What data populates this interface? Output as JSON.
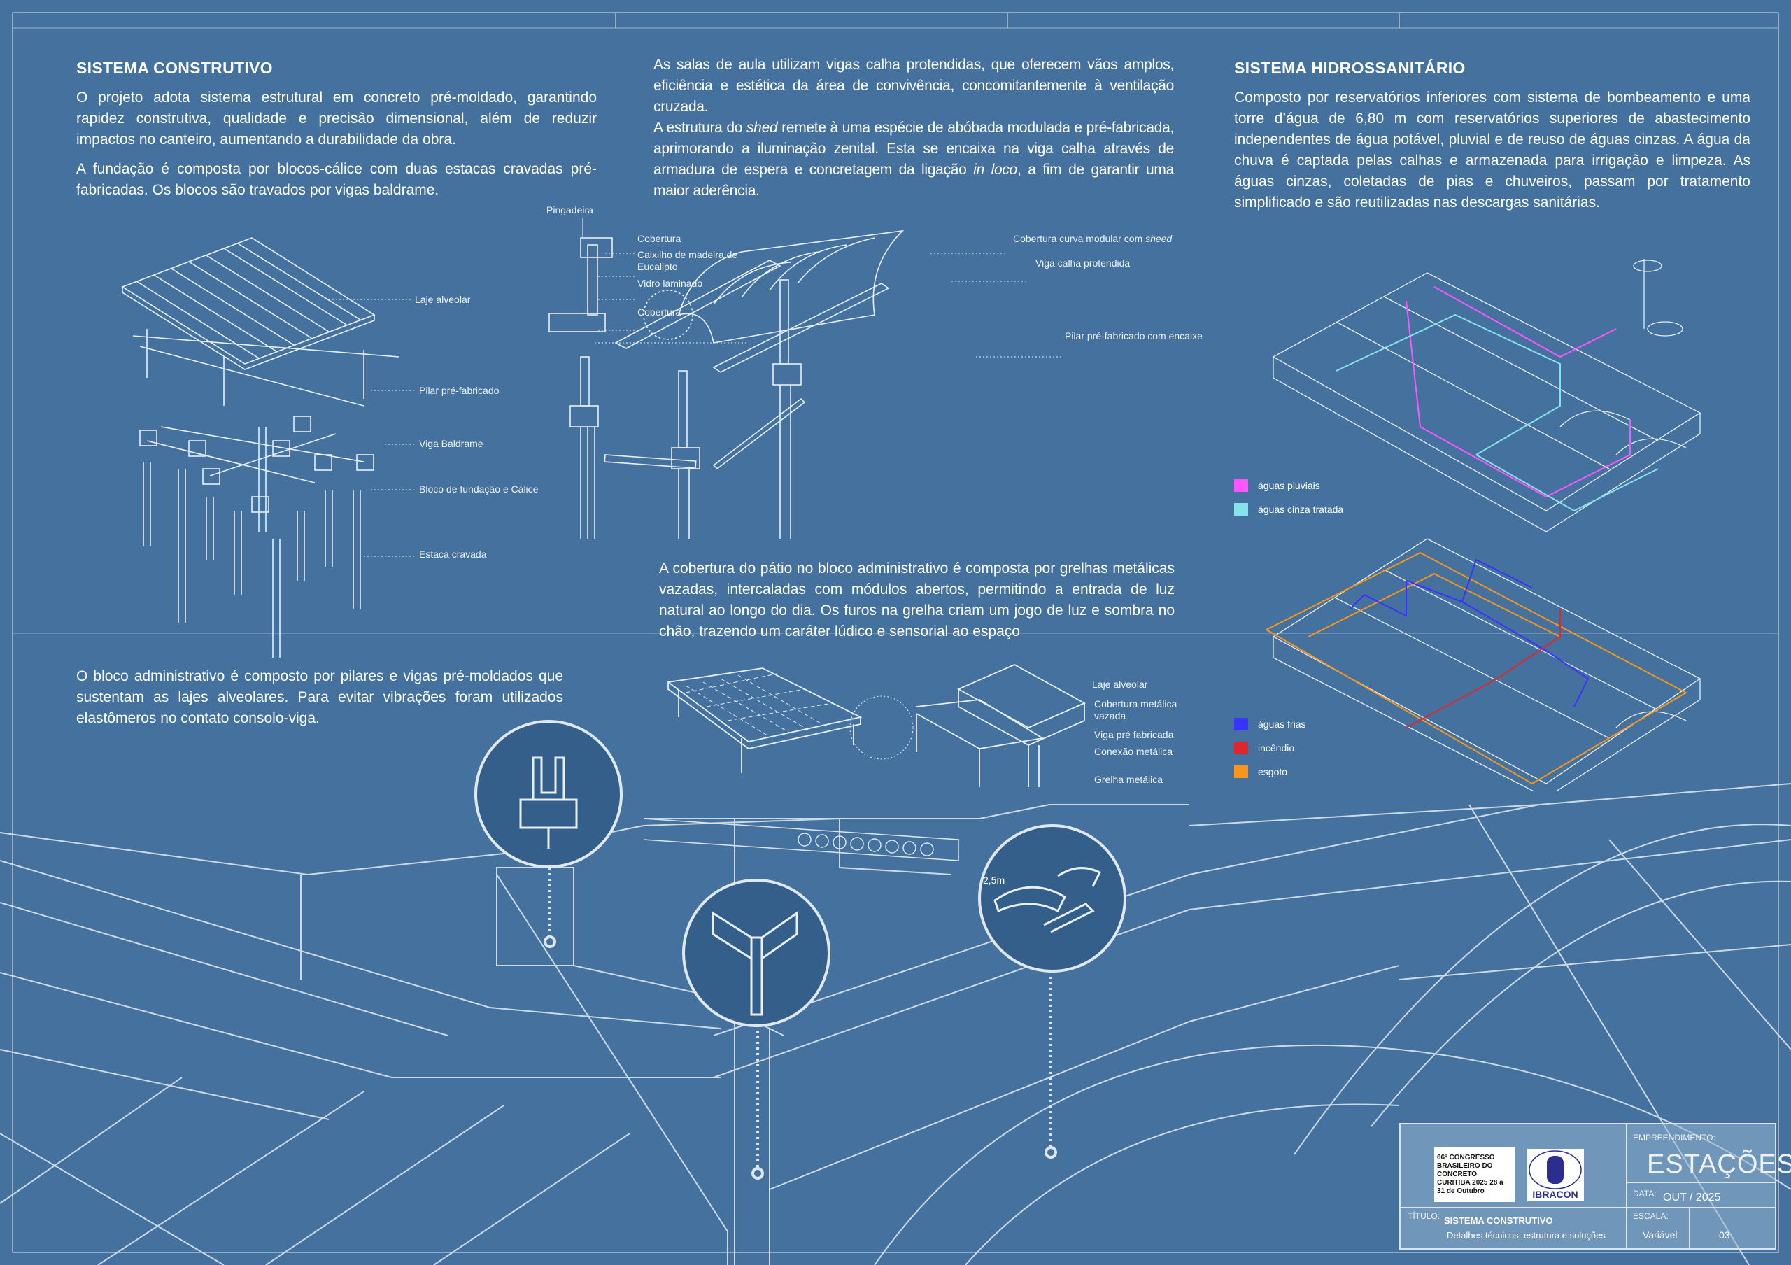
{
  "left": {
    "heading": "SISTEMA CONSTRUTIVO",
    "paragraphs": [
      "O projeto adota sistema estrutural em concreto pré-moldado, garantindo rapidez construtiva, qualidade e precisão dimensional, além de reduzir impactos no canteiro, aumentando a durabilidade da obra.",
      "A fundação é composta por blocos-cálice com duas estacas cravadas pré-fabricadas. Os blocos são travados por vigas baldrame."
    ],
    "diagram_labels": [
      "Laje alveolar",
      "Pilar pré-fabricado",
      "Viga Baldrame",
      "Bloco de fundação e Cálice",
      "Estaca cravada"
    ],
    "bottom_paragraph": "O bloco administrativo é composto por pilares e vigas pré-moldados que sustentam as lajes alveolares. Para evitar vibrações foram utilizados elastômeros no contato consolo-viga."
  },
  "middle": {
    "p1": "As salas de aula utilizam vigas calha protendidas, que oferecem vãos amplos, eficiência e estética da área de convivência, concomitantemente à ventilação cruzada.",
    "p2_a": "A estrutura do ",
    "p2_em": "shed",
    "p2_b": " remete à uma espécie de abóbada modulada e pré-fabricada, aprimorando a iluminação zenital. Esta se encaixa na viga calha através de armadura de espera e concretagem da ligação ",
    "p2_em2": "in loco",
    "p2_c": ", a fim de garantir uma maior aderência.",
    "section_labels": {
      "pingadeira": "Pingadeira",
      "cobertura_top": "Cobertura",
      "caixilho": "Caixilho de madeira de Eucalipto",
      "vidro": "Vidro laminado",
      "cobertura_bottom": "Cobertura"
    },
    "shed_labels": {
      "cobertura_curva": "Cobertura curva modular com ",
      "cobertura_curva_em": "sheed",
      "viga_calha": "Viga calha protendida",
      "pilar": "Pilar pré-fabricado com encaixe"
    },
    "p3": "A cobertura do pátio no bloco administrativo é composta por grelhas metálicas vazadas, intercaladas com módulos abertos, permitindo a entrada de luz natural ao longo do dia. Os furos na grelha criam um jogo de luz e sombra no chão, trazendo um caráter lúdico e sensorial ao espaço",
    "patio_labels": [
      "Laje alveolar",
      "Cobertura metálica vazada",
      "Viga pré fabricada",
      "Conexão metálica",
      "Grelha metálica"
    ]
  },
  "right": {
    "heading": "SISTEMA HIDROSSANITÁRIO",
    "paragraph": "Composto por reservatórios inferiores com sistema de bombeamento e uma torre d’água de 6,80 m com reservatórios superiores de abastecimento independentes de água potável, pluvial e de reuso de águas cinzas. A água da chuva é captada pelas calhas e armazenada para irrigação e limpeza. As águas cinzas, coletadas de pias e chuveiros, passam por tratamento simplificado e são reutilizadas nas descargas sanitárias.",
    "legend1": [
      {
        "label": "águas pluviais",
        "color": "#ff55ff"
      },
      {
        "label": "águas cinza tratada",
        "color": "#86e3ea"
      }
    ],
    "legend2": [
      {
        "label": "águas frias",
        "color": "#3a32ff"
      },
      {
        "label": "incêndio",
        "color": "#e0262b"
      },
      {
        "label": "esgoto",
        "color": "#f7961b"
      }
    ]
  },
  "detail": {
    "dimension": "2,5m"
  },
  "title_block": {
    "empreendimento_label": "EMPREENDIMENTO:",
    "empreendimento": "ESTAÇÕES",
    "data_label": "DATA:",
    "data": "OUT / 2025",
    "titulo_label": "TÍTULO:",
    "titulo": "SISTEMA CONSTRUTIVO",
    "subtitulo": "Detalhes técnicos, estrutura e soluções",
    "escala_label": "ESCALA:",
    "escala": "Variável",
    "prancha": "03",
    "logo1_text": "66º CONGRESSO BRASILEIRO DO CONCRETO CURITIBA 2025 28 a 31 de Outubro",
    "logo2_text": "IBRACON"
  }
}
